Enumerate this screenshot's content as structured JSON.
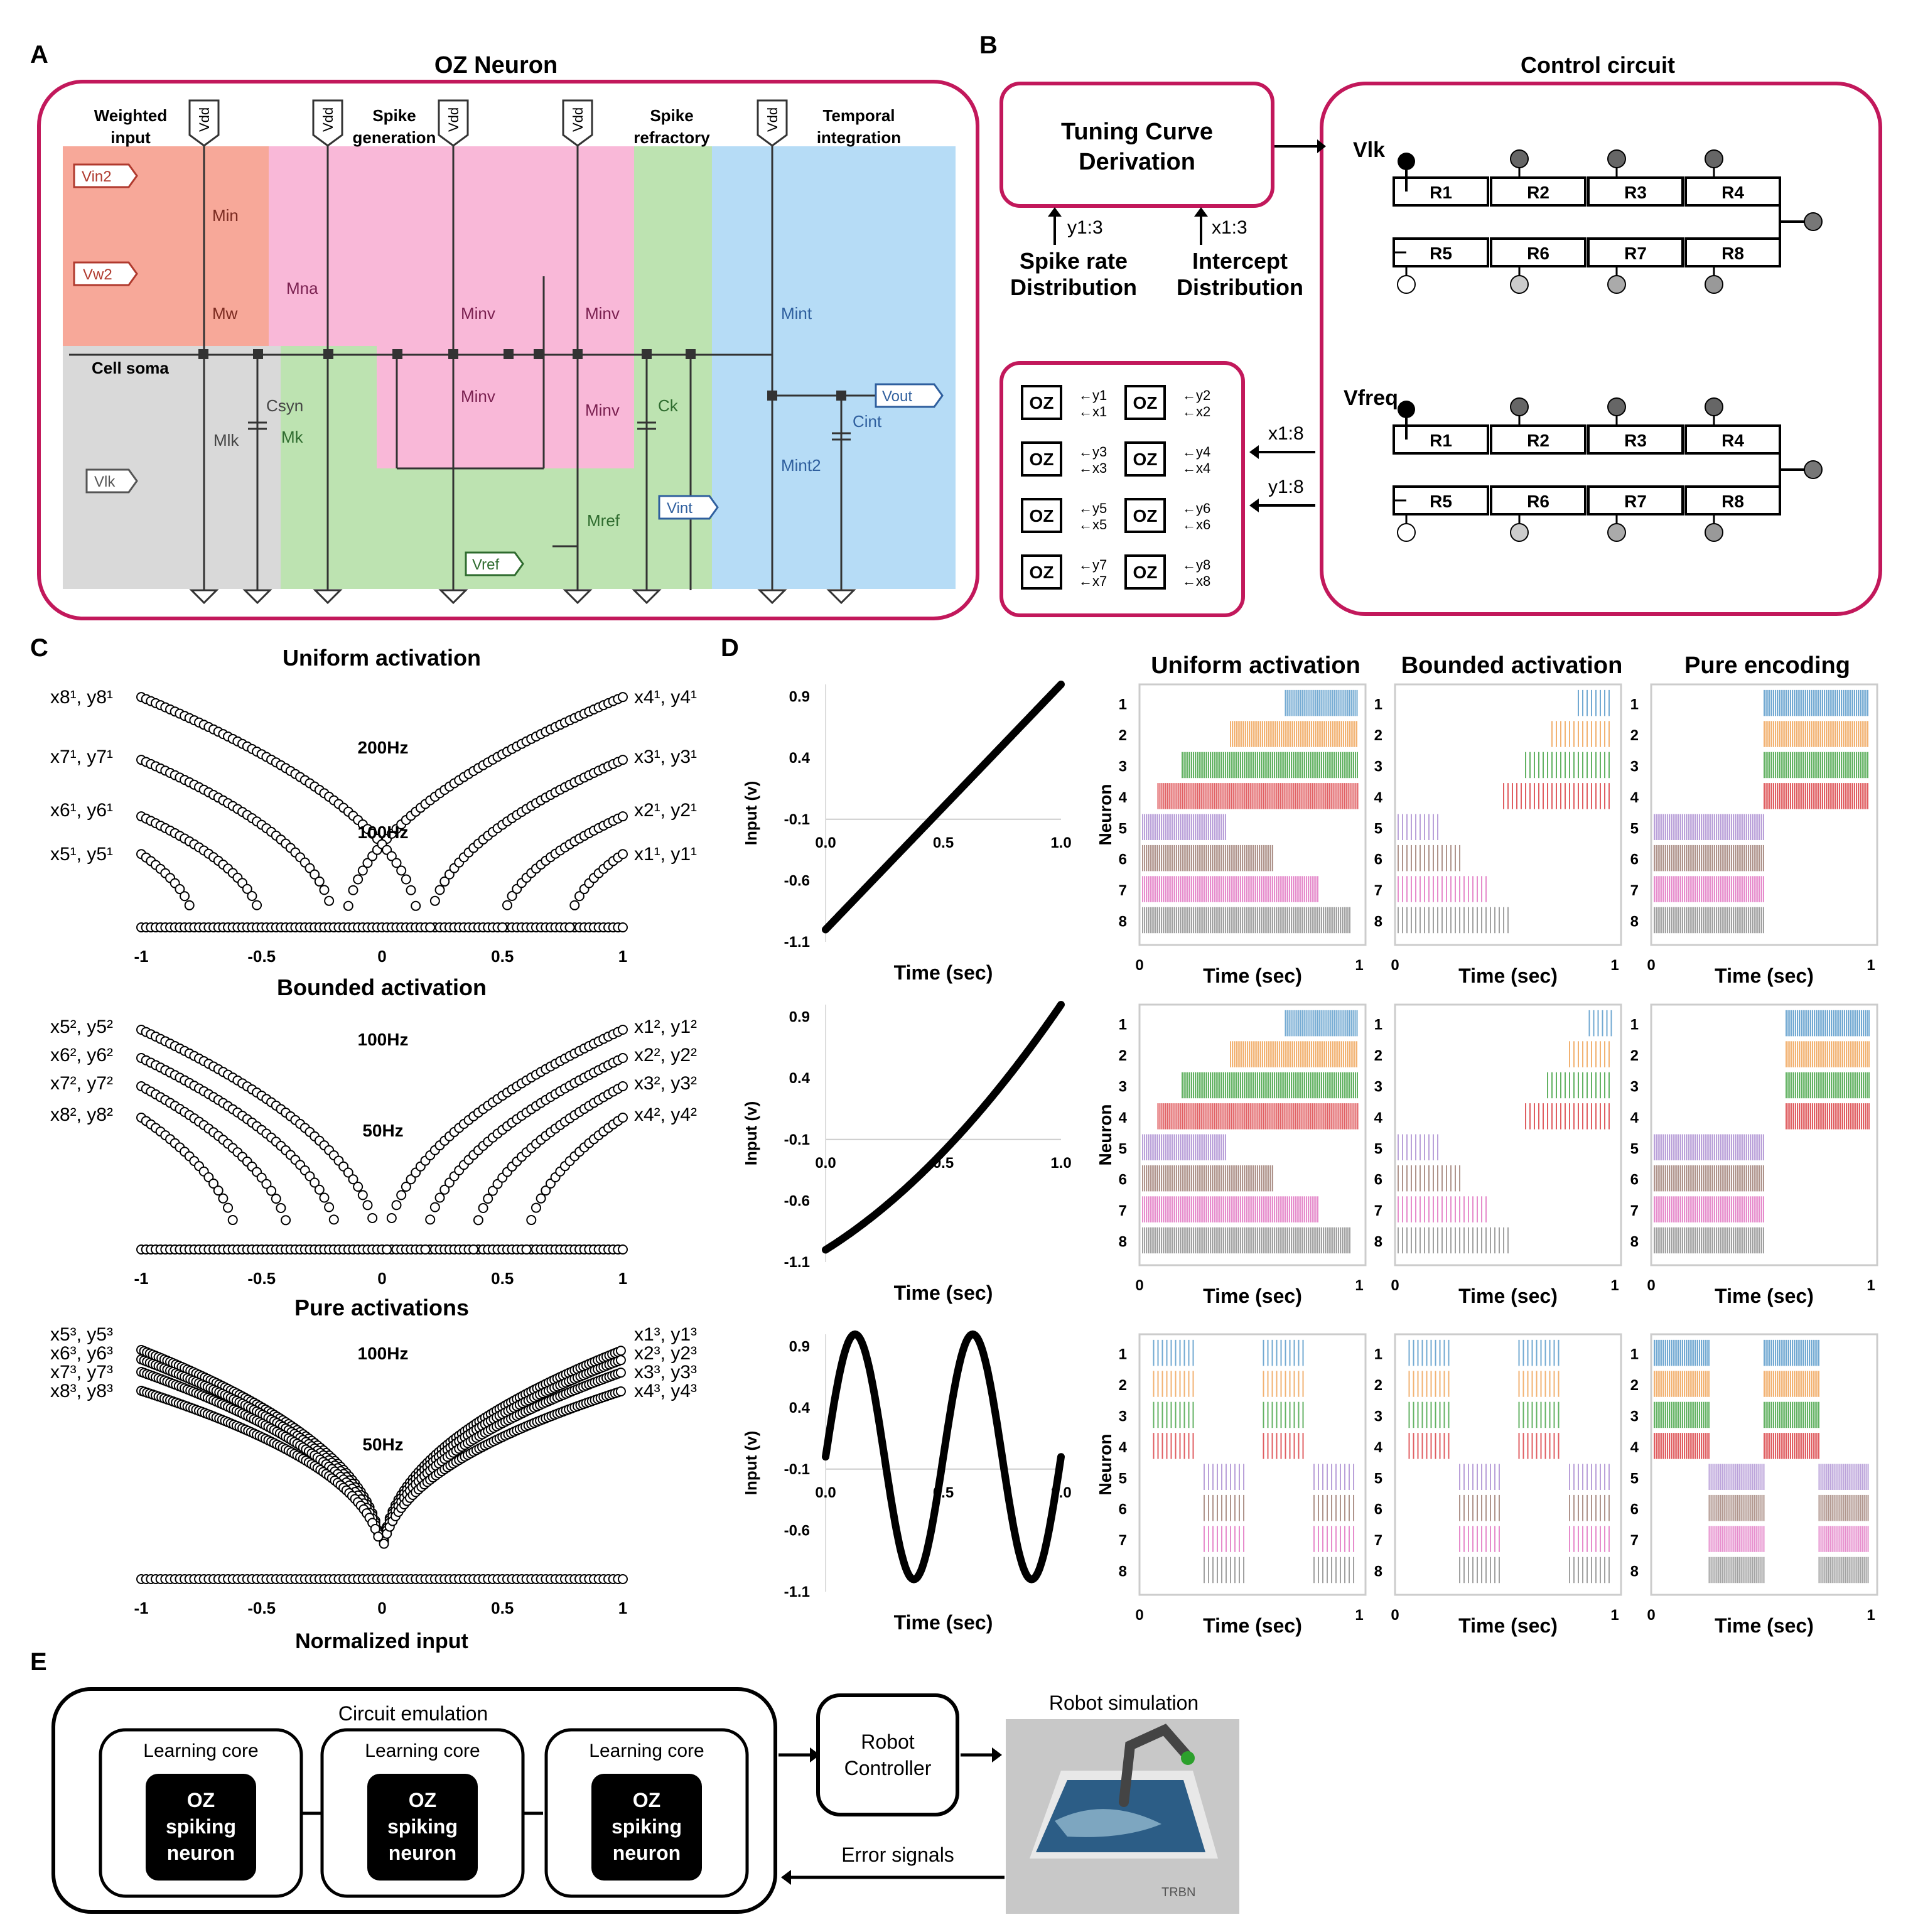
{
  "panels": {
    "A": "A",
    "B": "B",
    "C": "C",
    "D": "D",
    "E": "E"
  },
  "A": {
    "title": "OZ Neuron",
    "regions": {
      "weighted": "Weighted input",
      "spike_gen": "Spike generation",
      "refractory": "Spike refractory",
      "temporal": "Temporal integration",
      "soma": "Cell soma"
    },
    "vdd": "Vdd",
    "inputs": {
      "vin2": "Vin2",
      "vw2": "Vw2",
      "vlk": "Vlk",
      "vref": "Vref",
      "vint": "Vint",
      "vout": "Vout"
    },
    "transistors": {
      "min": "Min",
      "mw": "Mw",
      "mna": "Mna",
      "minv": "Minv",
      "mlk": "Mlk",
      "mk": "Mk",
      "mref": "Mref",
      "mint": "Mint",
      "mint2": "Mint2"
    },
    "caps": {
      "csyn": "Csyn",
      "ck": "Ck",
      "cint": "Cint"
    }
  },
  "B": {
    "title": "Control circuit",
    "tuning": [
      "Tuning Curve",
      "Derivation"
    ],
    "y_arrow": "y1:3",
    "x_arrow": "x1:3",
    "spike_rate": [
      "Spike rate",
      "Distribution"
    ],
    "intercept": [
      "Intercept",
      "Distribution"
    ],
    "vlk": "Vlk",
    "vfreq": "Vfreq",
    "resistors": [
      "R1",
      "R2",
      "R3",
      "R4",
      "R5",
      "R6",
      "R7",
      "R8"
    ],
    "x18": "x1:8",
    "y18": "y1:8",
    "oz": "OZ",
    "oz_pairs": [
      [
        "y1",
        "x1"
      ],
      [
        "y2",
        "x2"
      ],
      [
        "y3",
        "x3"
      ],
      [
        "y4",
        "x4"
      ],
      [
        "y5",
        "x5"
      ],
      [
        "y6",
        "x6"
      ],
      [
        "y7",
        "x7"
      ],
      [
        "y8",
        "x8"
      ]
    ]
  },
  "C": {
    "titles": [
      "Uniform activation",
      "Bounded activation",
      "Pure activations"
    ],
    "ticks": [
      "-1",
      "-0.5",
      "0",
      "0.5",
      "1"
    ],
    "xlabel": "Normalized input",
    "freq_labels": [
      [
        "200Hz",
        "100Hz"
      ],
      [
        "100Hz",
        "50Hz"
      ],
      [
        "100Hz",
        "50Hz"
      ]
    ],
    "left_labels": [
      [
        "x8¹, y8¹",
        "x7¹, y7¹",
        "x6¹, y6¹",
        "x5¹, y5¹"
      ],
      [
        "x5², y5²",
        "x6², y6²",
        "x7², y7²",
        "x8², y8²"
      ],
      [
        "x5³, y5³",
        "x6³, y6³",
        "x7³, y7³",
        "x8³, y8³"
      ]
    ],
    "right_labels": [
      [
        "x4¹, y4¹",
        "x3¹, y3¹",
        "x2¹, y2¹",
        "x1¹, y1¹"
      ],
      [
        "x1², y1²",
        "x2², y2²",
        "x3², y3²",
        "x4², y4²"
      ],
      [
        "x1³, y1³",
        "x2³, y2³",
        "x3³, y3³",
        "x4³, y4³"
      ]
    ]
  },
  "D": {
    "headers": [
      "Uniform activation",
      "Bounded activation",
      "Pure encoding"
    ],
    "ylabel": "Input (v)",
    "neuron_label": "Neuron",
    "xlabel": "Time (sec)",
    "yticks": [
      "0.9",
      "0.4",
      "-0.1",
      "-0.6",
      "-1.1"
    ],
    "xticks": [
      "0.0",
      "0.5",
      "1.0"
    ],
    "raster_ticks": [
      "0",
      "1"
    ],
    "neurons": [
      "1",
      "2",
      "3",
      "4",
      "5",
      "6",
      "7",
      "8"
    ],
    "neuron_colors": [
      "#4f94c8",
      "#f0a050",
      "#3da03d",
      "#d9363a",
      "#a98ad0",
      "#9c7a70",
      "#e070c0",
      "#8a8a8a"
    ]
  },
  "E": {
    "emulation": "Circuit emulation",
    "core": "Learning core",
    "oz": [
      "OZ",
      "spiking",
      "neuron"
    ],
    "controller": [
      "Robot",
      "Controller"
    ],
    "robot_sim": "Robot simulation",
    "error": "Error signals"
  },
  "chart_data": [
    {
      "type": "line",
      "title": "",
      "xlabel": "Time (sec)",
      "ylabel": "Input (v)",
      "x": [
        0.0,
        0.5,
        1.0
      ],
      "series": [
        {
          "values": [
            -1.0,
            0.0,
            1.0
          ]
        }
      ],
      "ylim": [
        -1.1,
        1.0
      ],
      "xlim": [
        0.0,
        1.0
      ]
    },
    {
      "type": "line",
      "xlabel": "Time (sec)",
      "ylabel": "Input (v)",
      "x": [
        0.0,
        0.25,
        0.5,
        0.75,
        1.0
      ],
      "series": [
        {
          "values": [
            -1.0,
            -0.62,
            -0.15,
            0.38,
            1.0
          ]
        }
      ],
      "ylim": [
        -1.1,
        1.0
      ],
      "xlim": [
        0.0,
        1.0
      ]
    },
    {
      "type": "line",
      "xlabel": "Time (sec)",
      "ylabel": "Input (v)",
      "x": [
        0.0,
        0.125,
        0.25,
        0.375,
        0.5,
        0.625,
        0.75,
        0.875,
        1.0
      ],
      "series": [
        {
          "values": [
            0.0,
            1.0,
            0.0,
            -1.0,
            0.0,
            1.0,
            0.0,
            -1.0,
            0.0
          ]
        }
      ],
      "ylim": [
        -1.1,
        1.0
      ],
      "xlim": [
        0.0,
        1.0
      ]
    }
  ]
}
